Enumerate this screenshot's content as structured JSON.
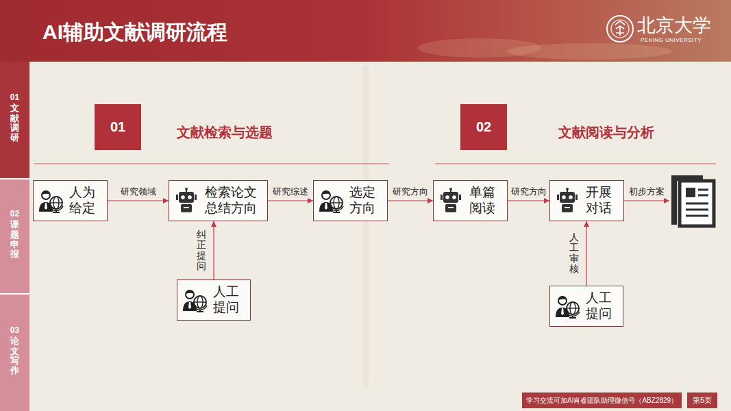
{
  "diagram": {
    "title": "AI辅助文献调研流程",
    "nodes": [
      {
        "text": [
          "01",
          "文献调研"
        ]
      },
      {
        "text": [
          "02",
          "课题申报"
        ]
      },
      {
        "text": [
          "03",
          "论文写作"
        ]
      },
      {
        "text": [
          "01",
          "文献检索与选题"
        ]
      },
      {
        "text": [
          "02",
          "文献阅读与分析"
        ]
      },
      {
        "text": [
          "人为给定"
        ]
      },
      {
        "text": [
          "检索论文总结方向"
        ]
      },
      {
        "text": [
          "选定方向"
        ]
      },
      {
        "text": [
          "单篇阅读"
        ]
      },
      {
        "text": [
          "开展对话"
        ]
      },
      {
        "text": [
          "人工提问"
        ]
      },
      {
        "text": [
          "人工提问"
        ]
      }
    ],
    "edges": [
      {
        "from": 5,
        "to": 6,
        "label": "研究领域",
        "arrow": "to"
      },
      {
        "from": 6,
        "to": 7,
        "label": "研究综述",
        "arrow": "to"
      },
      {
        "from": 7,
        "to": 8,
        "label": "研究方向",
        "arrow": "to"
      },
      {
        "from": 8,
        "to": 9,
        "label": "研究方向",
        "arrow": "to"
      },
      {
        "from": 10,
        "to": 6,
        "label": "纠正提问",
        "arrow": "to"
      },
      {
        "from": 11,
        "to": 9,
        "label": "人工审核",
        "arrow": "to"
      }
    ],
    "labels": [
      "北京大学",
      "PEKING UNIVERSITY",
      "初步方案",
      "学习交流可加AI肖睿团队助理微信号（ABZ2829）",
      "第5页"
    ]
  }
}
